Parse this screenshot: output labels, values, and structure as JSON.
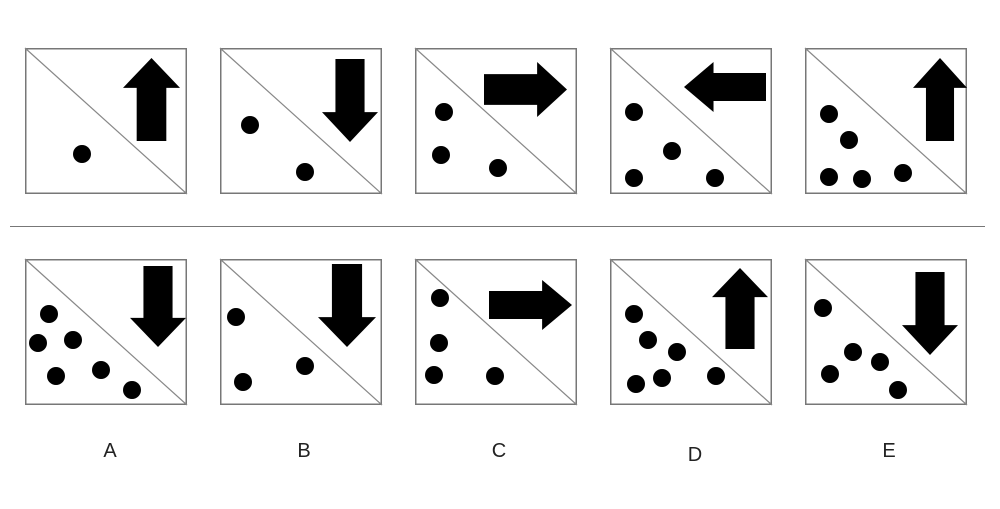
{
  "question_row": [
    {
      "arrow": "up",
      "dots": 1
    },
    {
      "arrow": "down",
      "dots": 2
    },
    {
      "arrow": "right",
      "dots": 3
    },
    {
      "arrow": "left",
      "dots": 4
    },
    {
      "arrow": "up",
      "dots": 5
    }
  ],
  "options": [
    {
      "label": "A",
      "arrow": "down",
      "dots": 6
    },
    {
      "label": "B",
      "arrow": "down",
      "dots": 3
    },
    {
      "label": "C",
      "arrow": "right",
      "dots": 4
    },
    {
      "label": "D",
      "arrow": "up",
      "dots": 6
    },
    {
      "label": "E",
      "arrow": "down",
      "dots": 5
    }
  ],
  "colors": {
    "ink": "#000000",
    "frame": "#777777"
  }
}
